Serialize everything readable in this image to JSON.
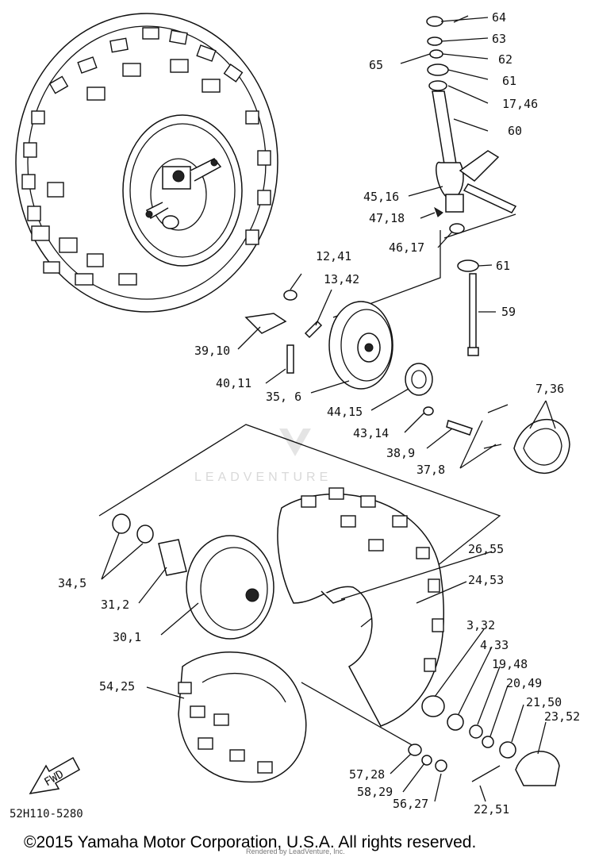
{
  "diagram": {
    "labels": [
      "64",
      "63",
      "62",
      "65",
      "61",
      "17,46",
      "60",
      "45,16",
      "47,18",
      "46,17",
      "12,41",
      "13,42",
      "61",
      "59",
      "39,10",
      "40,11",
      "35, 6",
      "44,15",
      "7,36",
      "43,14",
      "38,9",
      "37,8",
      "34,5",
      "31,2",
      "30,1",
      "26,55",
      "24,53",
      "54,25",
      "3,32",
      "4,33",
      "19,48",
      "20,49",
      "21,50",
      "23,52",
      "57,28",
      "58,29",
      "56,27",
      "22,51"
    ],
    "diagram_code": "52H110-5280",
    "fwd_label": "FWD",
    "watermark": "LEADVENTURE",
    "copyright": "©2015 Yamaha Motor Corporation, U.S.A. All rights reserved.",
    "rendered_by": "Rendered by LeadVenture, Inc."
  }
}
